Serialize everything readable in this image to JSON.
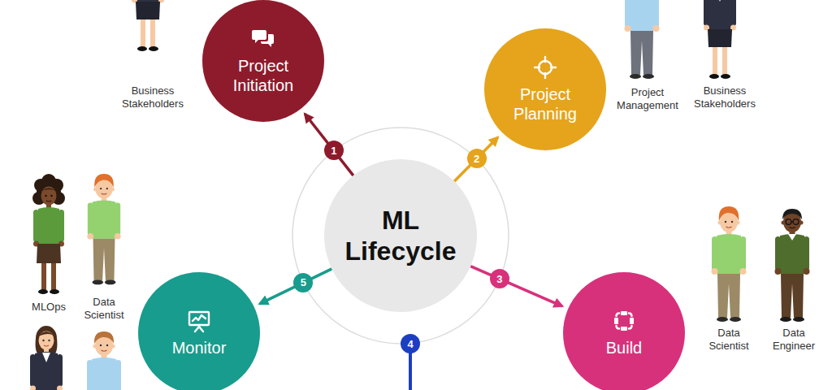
{
  "diagram": {
    "nodes": [
      {
        "text": [
          "Project Initiation"
        ]
      },
      {
        "text": [
          "Project Planning"
        ]
      },
      {
        "text": [
          "ML Lifecycle"
        ]
      },
      {
        "text": [
          "Monitor"
        ]
      },
      {
        "text": [
          "Build"
        ]
      }
    ],
    "edges": [
      {
        "from": 2,
        "to": 0,
        "arrow": "to",
        "label": "1"
      },
      {
        "from": 2,
        "to": 1,
        "arrow": "to",
        "label": "2"
      },
      {
        "from": 2,
        "to": 4,
        "arrow": "to",
        "label": "3"
      },
      {
        "from": 2,
        "to": 3,
        "arrow": "to",
        "label": "5"
      }
    ],
    "labels": [
      "Business Stakeholders",
      "Project Management",
      "Business Stakeholders",
      "MLOps",
      "Data Scientist",
      "Data Scientist",
      "Data Engineer",
      "4"
    ]
  }
}
